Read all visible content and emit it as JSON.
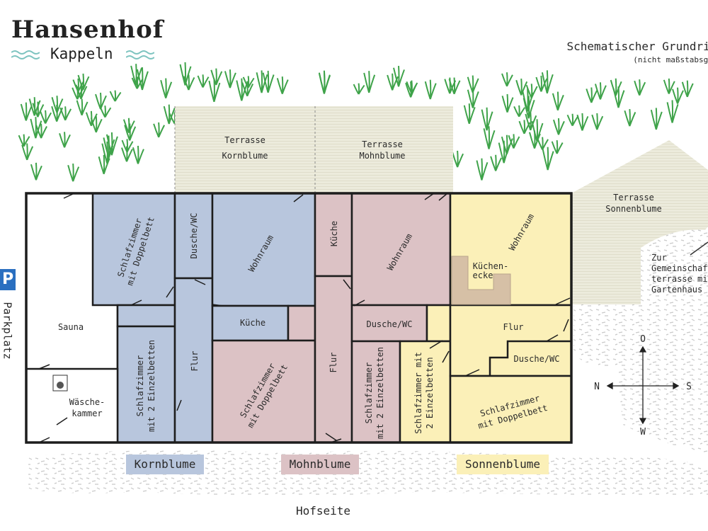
{
  "logo": {
    "title": "Hansenhof",
    "subtitle": "Kappeln"
  },
  "header": {
    "title": "Schematischer Grundriss",
    "subtitle": "(nicht maßstabsgetreu)"
  },
  "terraces": {
    "kornblume": [
      "Terrasse",
      "Kornblume"
    ],
    "mohnblume": [
      "Terrasse",
      "Mohnblume"
    ],
    "sonnenblume": [
      "Terrasse",
      "Sonnenblume"
    ]
  },
  "gemeinschaft": [
    "Zur",
    "Gemeinschafts-",
    "terrasse mit",
    "Gartenhaus"
  ],
  "rooms": {
    "sauna": "Sauna",
    "waesche": [
      "Wäsche-",
      "kammer"
    ],
    "korn_schlaf_doppel": [
      "Schlafzimmer",
      "mit Doppelbett"
    ],
    "korn_schlaf_einzel": [
      "Schlafzimmer",
      "mit 2 Einzelbetten"
    ],
    "korn_dusche": "Dusche/WC",
    "korn_flur": "Flur",
    "korn_wohn": "Wohnraum",
    "korn_kueche": "Küche",
    "mohn_schlaf_doppel": [
      "Schlafzimmer",
      "mit Doppelbett"
    ],
    "mohn_kueche": "Küche",
    "mohn_flur": "Flur",
    "mohn_wohn": "Wohnraum",
    "mohn_dusche": "Dusche/WC",
    "mohn_schlaf_einzel": [
      "Schlafzimmer",
      "mit 2 Einzelbetten"
    ],
    "sonne_schlaf_einzel": [
      "Schlafzimmer mit",
      "2 Einzelbetten"
    ],
    "sonne_wohn": "Wohnraum",
    "sonne_kuechenecke": [
      "Küchen-",
      "ecke"
    ],
    "sonne_flur": "Flur",
    "sonne_dusche": "Dusche/WC",
    "sonne_schlaf_doppel": [
      "Schlafzimmer",
      "mit Doppelbett"
    ]
  },
  "legend": {
    "kornblume": "Kornblume",
    "mohnblume": "Mohnblume",
    "sonnenblume": "Sonnenblume"
  },
  "compass": {
    "north": "N",
    "south": "S",
    "east": "O",
    "west": "W"
  },
  "parking": {
    "sign": "P",
    "label": "Parkplatz"
  },
  "bottom": "Hofseite",
  "colors": {
    "kornblume": "#b8c6dd",
    "mohnblume": "#dcc2c5",
    "sonnenblume": "#fbf0b8",
    "terrace": "#ebeadb",
    "kuechenecke": "#d6c0a6",
    "grass": "#3fa34a",
    "parking": "#2a6fc0"
  }
}
